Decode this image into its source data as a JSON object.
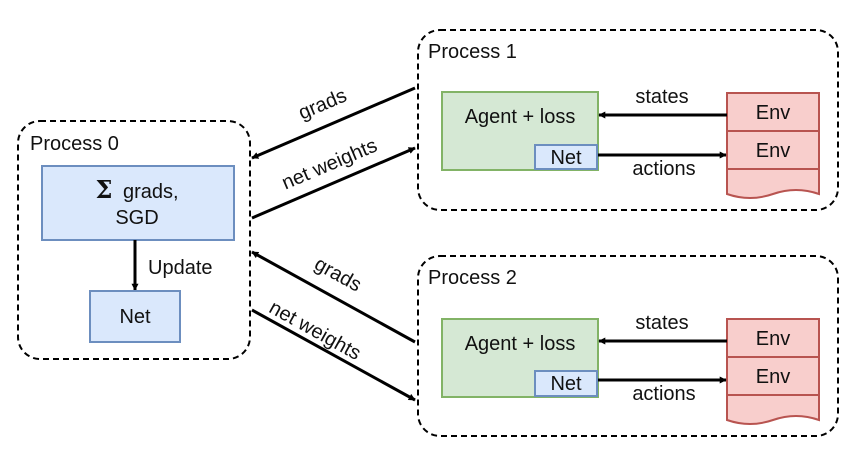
{
  "processes": {
    "p0": {
      "label": "Process 0"
    },
    "p1": {
      "label": "Process 1"
    },
    "p2": {
      "label": "Process 2"
    }
  },
  "p0": {
    "sgd_symbol": "Σ",
    "sgd_line1": "grads,",
    "sgd_line2": "SGD",
    "update_label": "Update",
    "net_label": "Net"
  },
  "worker1": {
    "agent_label": "Agent + loss",
    "net_label": "Net",
    "env_labels": [
      "Env",
      "Env"
    ],
    "states_label": "states",
    "actions_label": "actions",
    "grads_label": "grads",
    "weights_label": "net weights"
  },
  "worker2": {
    "agent_label": "Agent + loss",
    "net_label": "Net",
    "env_labels": [
      "Env",
      "Env"
    ],
    "states_label": "states",
    "actions_label": "actions",
    "grads_label": "grads",
    "weights_label": "net weights"
  },
  "colors": {
    "blue_fill": "#dae8fc",
    "blue_stroke": "#6c8ebf",
    "green_fill": "#d5e8d4",
    "green_stroke": "#82b366",
    "red_fill": "#f8cecc",
    "red_stroke": "#b85450"
  }
}
